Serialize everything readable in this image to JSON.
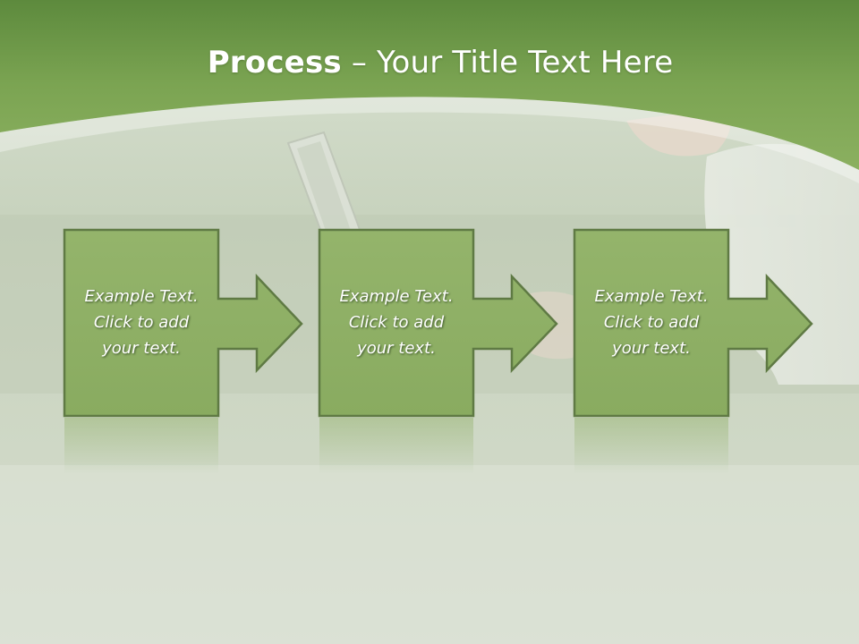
{
  "title": {
    "bold": "Process",
    "rest": " – Your Title Text Here"
  },
  "steps": [
    {
      "lines": [
        "Example Text.",
        "Click  to add",
        "your text."
      ]
    },
    {
      "lines": [
        "Example Text.",
        "Click  to add",
        "your text."
      ]
    },
    {
      "lines": [
        "Example Text.",
        "Click  to add",
        "your text."
      ]
    }
  ],
  "colors": {
    "header_top": "#5e8a3e",
    "header_bottom": "#8bb060",
    "box_fill": "#8fb066",
    "box_border": "#5f7a44",
    "grass_light": "#dde4d6",
    "grass_mid": "#c6d0bc"
  }
}
